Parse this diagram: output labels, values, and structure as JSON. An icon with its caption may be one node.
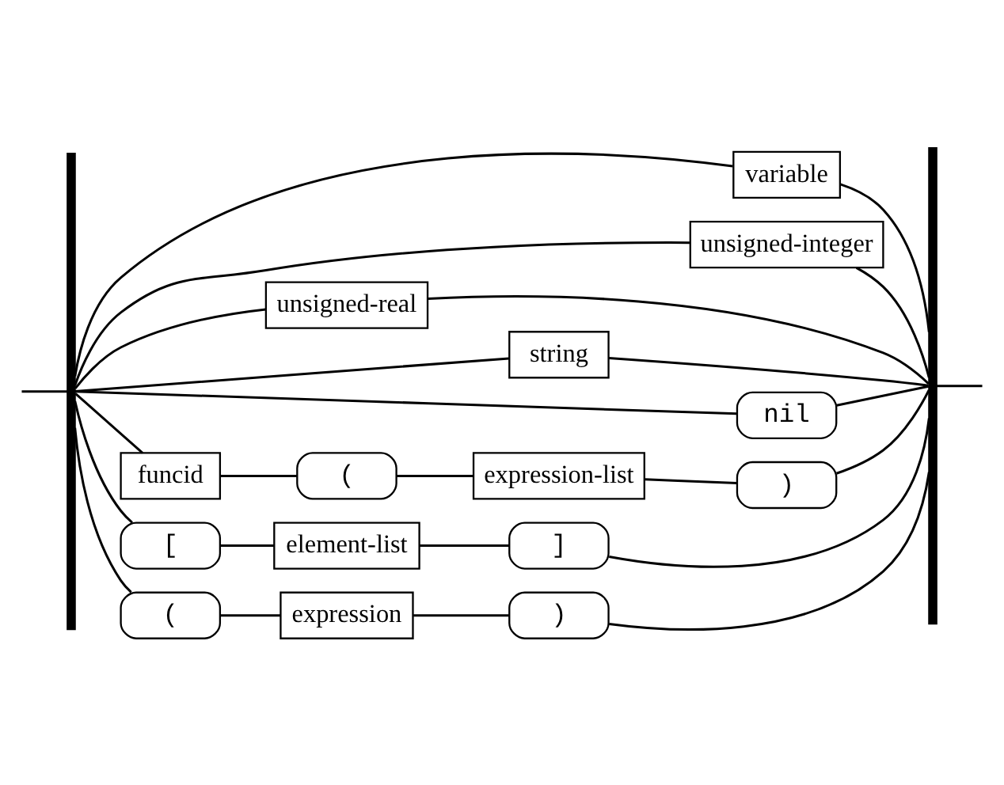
{
  "diagram": {
    "nodes": [
      {
        "text": [],
        "shape": "bar"
      },
      {
        "text": [
          "variable"
        ]
      },
      {
        "text": [
          "unsigned-integer"
        ]
      },
      {
        "text": [
          "unsigned-real"
        ]
      },
      {
        "text": [
          "string"
        ]
      },
      {
        "text": [
          "nil"
        ]
      },
      {
        "text": [
          "funcid"
        ]
      },
      {
        "text": [
          "("
        ]
      },
      {
        "text": [
          "expression-list"
        ]
      },
      {
        "text": [
          ")"
        ]
      },
      {
        "text": [
          "["
        ]
      },
      {
        "text": [
          "element-list"
        ]
      },
      {
        "text": [
          "]"
        ]
      },
      {
        "text": [
          "("
        ]
      },
      {
        "text": [
          "expression"
        ]
      },
      {
        "text": [
          ")"
        ]
      },
      {
        "text": [],
        "shape": "bar"
      }
    ],
    "edges": [
      {
        "from": null,
        "to": 0,
        "arrow": "none"
      },
      {
        "from": 0,
        "to": 1,
        "arrow": "none"
      },
      {
        "from": 0,
        "to": 2,
        "arrow": "none"
      },
      {
        "from": 0,
        "to": 3,
        "arrow": "none"
      },
      {
        "from": 0,
        "to": 4,
        "arrow": "none"
      },
      {
        "from": 0,
        "to": 5,
        "arrow": "none"
      },
      {
        "from": 0,
        "to": 6,
        "arrow": "none"
      },
      {
        "from": 6,
        "to": 7,
        "arrow": "none"
      },
      {
        "from": 7,
        "to": 8,
        "arrow": "none"
      },
      {
        "from": 8,
        "to": 9,
        "arrow": "none"
      },
      {
        "from": 0,
        "to": 10,
        "arrow": "none"
      },
      {
        "from": 10,
        "to": 11,
        "arrow": "none"
      },
      {
        "from": 11,
        "to": 12,
        "arrow": "none"
      },
      {
        "from": 0,
        "to": 13,
        "arrow": "none"
      },
      {
        "from": 13,
        "to": 14,
        "arrow": "none"
      },
      {
        "from": 14,
        "to": 15,
        "arrow": "none"
      },
      {
        "from": 1,
        "to": 16,
        "arrow": "none"
      },
      {
        "from": 2,
        "to": 16,
        "arrow": "none"
      },
      {
        "from": 3,
        "to": 16,
        "arrow": "none"
      },
      {
        "from": 4,
        "to": 16,
        "arrow": "none"
      },
      {
        "from": 5,
        "to": 16,
        "arrow": "none"
      },
      {
        "from": 9,
        "to": 16,
        "arrow": "none"
      },
      {
        "from": 12,
        "to": 16,
        "arrow": "none"
      },
      {
        "from": 15,
        "to": 16,
        "arrow": "none"
      },
      {
        "from": 16,
        "to": null,
        "arrow": "none"
      }
    ]
  }
}
